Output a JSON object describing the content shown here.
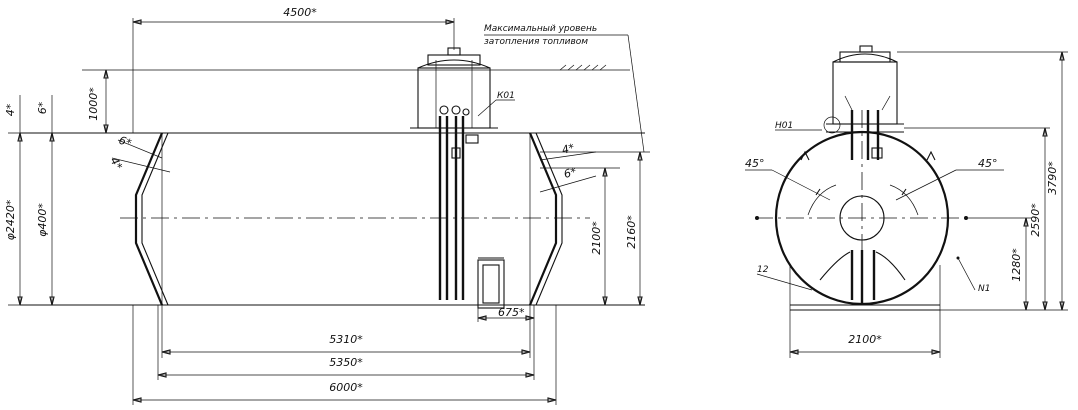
{
  "side_view": {
    "dim_4500": "4500*",
    "label_max_level_line1": "Максимальный уровень",
    "label_max_level_line2": "затопления топливом",
    "dim_4": "4*",
    "dim_6_left": "6*",
    "dim_1000": "1000*",
    "dim_6_cone_left": "6*",
    "dim_4_cone_left": "4*",
    "dim_4_cone_right": "4*",
    "dim_6_cone_right": "6*",
    "dim_phi2420": "φ2420*",
    "dim_phi400": "φ400*",
    "dim_2100": "2100*",
    "dim_2160": "2160*",
    "dim_675": "675*",
    "dim_5310": "5310*",
    "dim_5350": "5350*",
    "dim_6000": "6000*",
    "label_k01": "К01"
  },
  "end_view": {
    "label_n01": "Н01",
    "angle_left": "45°",
    "angle_right": "45°",
    "dim_3790": "3790*",
    "dim_2590": "2590*",
    "dim_1280": "1280*",
    "label_12": "12",
    "label_n1": "N1",
    "dim_2100": "2100*"
  }
}
